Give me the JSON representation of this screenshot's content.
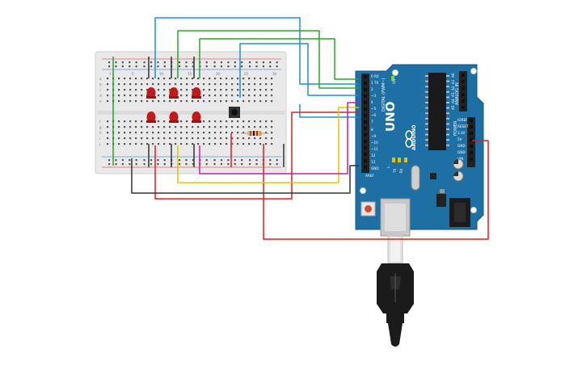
{
  "board": {
    "brand": "UNO",
    "maker": "ARDUINO",
    "digital_label": "DIGITAL (PWM~)",
    "analog_label": "ANALOG IN",
    "power_label": "POWER",
    "tx_label": "TX",
    "rx_label": "RX",
    "l_label": "L",
    "on_label": "ON",
    "aref_label": "AREF",
    "gnd_label": "GND",
    "digital_pins": [
      "0 RX",
      "1 TX",
      "2",
      "~3",
      "4",
      "~5",
      "~6",
      "7",
      "8",
      "~9",
      "~10",
      "~11",
      "12",
      "13"
    ],
    "analog_pins": [
      "A0",
      "A1",
      "A2",
      "A3",
      "A4",
      "A5"
    ],
    "power_pins": [
      "IOREF",
      "RESET",
      "3.3V",
      "5V",
      "GND",
      "GND",
      "VIN"
    ]
  },
  "breadboard": {
    "row_letters_top": [
      "a",
      "b",
      "c",
      "d",
      "e"
    ],
    "row_letters_bottom": [
      "f",
      "g",
      "h",
      "i",
      "j"
    ],
    "column_numbers": [
      "1",
      "5",
      "10",
      "15",
      "20",
      "25",
      "30"
    ]
  },
  "components": {
    "leds": 6,
    "led_color": "#c01a1a",
    "button": "pushbutton",
    "resistor": "resistor"
  },
  "wire_colors": {
    "blue": "#1e8fd6",
    "green": "#2aa52a",
    "red": "#d62020",
    "yellow": "#e8c400",
    "magenta": "#c4239a",
    "black": "#333333"
  }
}
